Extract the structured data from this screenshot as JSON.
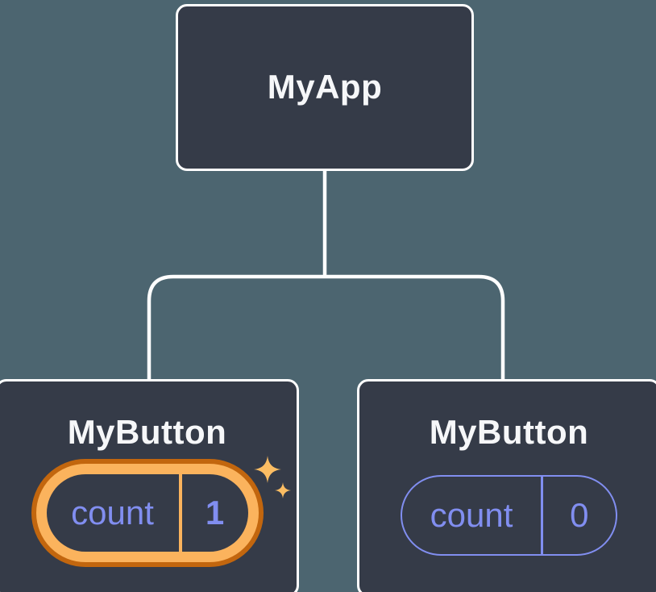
{
  "diagram": {
    "root": {
      "label": "MyApp"
    },
    "children": [
      {
        "label": "MyButton",
        "state": {
          "key": "count",
          "value": "1"
        },
        "highlighted": true
      },
      {
        "label": "MyButton",
        "state": {
          "key": "count",
          "value": "0"
        },
        "highlighted": false
      }
    ]
  },
  "icons": {
    "highlight": "sparkles-icon"
  },
  "colors": {
    "background": "#4c6570",
    "node_fill": "#353b48",
    "node_border": "#ffffff",
    "title_text": "#f6f7f9",
    "state_purple": "#818ef0",
    "highlight_orange_dark": "#c2660e",
    "highlight_orange_light": "#fbb35d",
    "sparkle_amber": "#fbbd63"
  }
}
